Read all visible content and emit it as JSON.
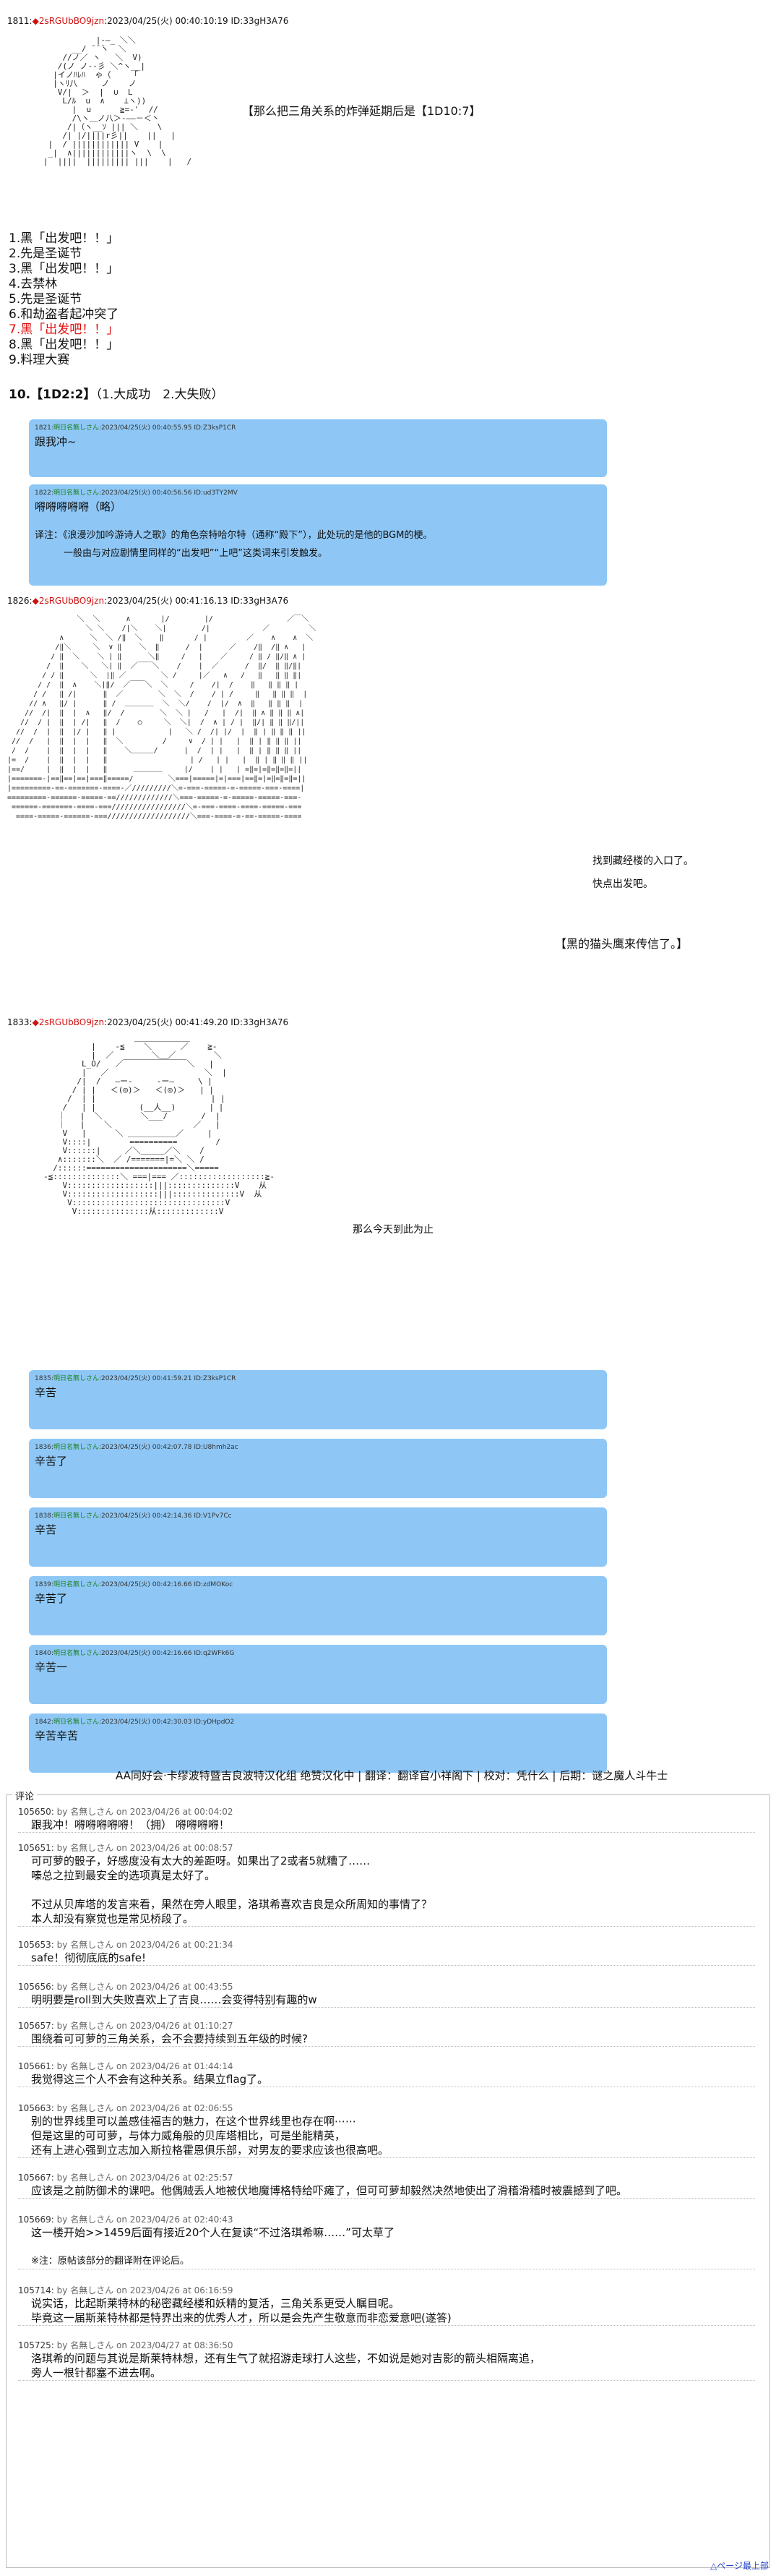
{
  "posts": [
    {
      "num": "1811:",
      "name": "◆2sRGUbBO9jzn",
      "meta": ":2023/04/25(火) 00:40:10:19 ID:33gH3A76"
    },
    {
      "num": "1826:",
      "name": "◆2sRGUbBO9jzn",
      "meta": ":2023/04/25(火) 00:41:16.13 ID:33gH3A76"
    },
    {
      "num": "1833:",
      "name": "◆2sRGUbBO9jzn",
      "meta": ":2023/04/25(火) 00:41:49.20 ID:33gH3A76"
    }
  ],
  "scene1": {
    "caption": "【那么把三角关系的炸弹延期后是【1D10:7】",
    "choices": [
      "1.黑「出发吧！！」",
      "2.先是圣诞节",
      "3.黑「出发吧！！」",
      "4.去禁林",
      "5.先是圣诞节",
      "6.和劫盗者起冲突了",
      "7.黑「出发吧！！」",
      "8.黑「出发吧！！」",
      "9.料理大赛"
    ],
    "result_prefix": "10.【1D2:2】",
    "result_suffix": "（1.大成功　2.大失败）"
  },
  "bubbles_a": [
    {
      "num": "1821:",
      "name": "明日名無しさん",
      "meta": ":2023/04/25(火) 00:40:55.95 ID:Z3ksP1CR",
      "text": "跟我冲~"
    },
    {
      "num": "1822:",
      "name": "明日名無しさん",
      "meta": ":2023/04/25(火) 00:40:56.56 ID:ud3TY2MV",
      "text": "嘚嘚嘚嘚嘚（略）",
      "note1": "译注：《浪漫沙加吟游诗人之歌》的角色奈特哈尔特（通称“殿下”），此处玩的是他的BGM的梗。",
      "note2": "一般由与对应剧情里同样的“出发吧”“上吧”这类词来引发触发。"
    }
  ],
  "scene2": {
    "line1": "找到藏经楼的入口了。",
    "line2": "快点出发吧。",
    "line3": "【黑的猫头鹰来传信了。】"
  },
  "scene3": {
    "caption": "那么今天到此为止"
  },
  "bubbles_b": [
    {
      "num": "1835:",
      "name": "明日名無しさん",
      "meta": ":2023/04/25(火) 00:41:59.21 ID:Z3ksP1CR",
      "text": "辛苦"
    },
    {
      "num": "1836:",
      "name": "明日名無しさん",
      "meta": ":2023/04/25(火) 00:42:07.78 ID:U8hmh2ac",
      "text": "辛苦了"
    },
    {
      "num": "1838:",
      "name": "明日名無しさん",
      "meta": ":2023/04/25(火) 00:42:14.36 ID:V1Pv7Cc",
      "text": "辛苦"
    },
    {
      "num": "1839:",
      "name": "明日名無しさん",
      "meta": ":2023/04/25(火) 00:42:16.66 ID:zdMOKoc",
      "text": "辛苦了"
    },
    {
      "num": "1840:",
      "name": "明日名無しさん",
      "meta": ":2023/04/25(火) 00:42:16.66 ID:q2WFk6G",
      "text": "辛苦一"
    },
    {
      "num": "1842:",
      "name": "明日名無しさん",
      "meta": ":2023/04/25(火) 00:42:30.03 ID:yDHpdO2",
      "text": "辛苦辛苦"
    }
  ],
  "credits": "AA同好会·卡缪波特暨吉良波特汉化组 绝赞汉化中 | 翻译：翻译官小祥阁下 | 校对：凭什么 | 后期：谜之魔人斗牛士",
  "comments_title": "评论",
  "comments": [
    {
      "num": "105650:",
      "meta": " by 名無しさん on 2023/04/26 at 00:04:02",
      "lines": [
        "跟我冲！嘚嘚嘚嘚嘚！（拥）  嘚嘚嘚嘚！"
      ]
    },
    {
      "num": "105651:",
      "meta": " by 名無しさん on 2023/04/26 at 00:08:57",
      "lines": [
        "可可萝的骰子，好感度没有太大的差距呀。如果出了2或者5就糟了……",
        "嗪总之拉到最安全的选项真是太好了。",
        "",
        "不过从贝库塔的发言来看，果然在旁人眼里，洛琪希喜欢吉良是众所周知的事情了？",
        "本人却没有察觉也是常见桥段了。"
      ]
    },
    {
      "num": "105653:",
      "meta": " by 名無しさん on 2023/04/26 at 00:21:34",
      "lines": [
        "safe！彻彻底底的safe!"
      ]
    },
    {
      "num": "105656:",
      "meta": " by 名無しさん on 2023/04/26 at 00:43:55",
      "lines": [
        "明明要是roll到大失败喜欢上了吉良……会变得特别有趣的w"
      ]
    },
    {
      "num": "105657:",
      "meta": " by 名無しさん on 2023/04/26 at 01:10:27",
      "lines": [
        "围绕着可可萝的三角关系，会不会要持续到五年级的时候?"
      ]
    },
    {
      "num": "105661:",
      "meta": " by 名無しさん on 2023/04/26 at 01:44:14",
      "lines": [
        "我觉得这三个人不会有这种关系。结果立flag了。"
      ]
    },
    {
      "num": "105663:",
      "meta": " by 名無しさん on 2023/04/26 at 02:06:55",
      "lines": [
        "别的世界线里可以盖感佳福吉的魅力，在这个世界线里也存在啊⋯⋯",
        "但是这里的可可萝，与体力威角般的贝库塔相比，可是坐能精英，",
        "还有上进心强到立志加入斯拉格霍恩俱乐部，对男友的要求应该也很高吧。"
      ]
    },
    {
      "num": "105667:",
      "meta": " by 名無しさん on 2023/04/26 at 02:25:57",
      "lines": [
        "应该是之前防御术的课吧。他偶贼丢人地被伏地魔博格特给吓瘫了，但可可萝却毅然决然地使出了滑稽滑稽时被震撼到了吧。"
      ]
    },
    {
      "num": "105669:",
      "meta": " by 名無しさん on 2023/04/26 at 02:40:43",
      "lines": [
        "这一楼开始>>1459后面有接近20个人在复读“不过洛琪希嘛……”可太草了",
        "",
        "※注：原帖该部分的翻译附在评论后。"
      ]
    },
    {
      "num": "105714:",
      "meta": " by 名無しさん on 2023/04/26 at 06:16:59",
      "lines": [
        "说实话，比起斯莱特林的秘密藏经楼和妖精的复活，三角关系更受人瞩目呢。",
        "毕竟这一届斯莱特林都是特界出来的优秀人才，所以是会先产生敬意而非恋爱意吧(遂答)"
      ]
    },
    {
      "num": "105725:",
      "meta": " by 名無しさん on 2023/04/27 at 08:36:50",
      "lines": [
        "洛琪希的问题与其说是斯莱特林想，还有生气了就招游走球打人这些，不如说是她对吉影的箭头相隔离追，",
        "旁人一根针都塞不进去啊。"
      ]
    }
  ],
  "toplink": "△ページ最上部"
}
